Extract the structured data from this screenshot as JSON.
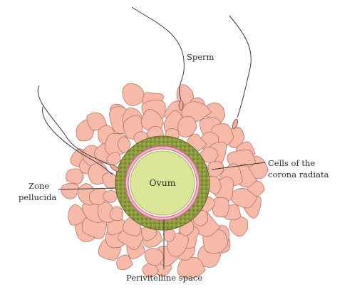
{
  "labels": {
    "sperm": "Sperm",
    "ovum": "Ovum",
    "zone_pellucida_line1": "Zone",
    "zone_pellucida_line2": "pellucida",
    "corona_line1": "Cells of the",
    "corona_line2": "corona radiata",
    "perivitelline": "Perivitelline space"
  },
  "colors": {
    "corona_fill": "#f7b9a8",
    "corona_stroke": "#b8756a",
    "zona_fill": "#8e9a3e",
    "ovum_fill": "#dde79a",
    "membrane": "#d986a0",
    "ink": "#3a3a3a"
  }
}
